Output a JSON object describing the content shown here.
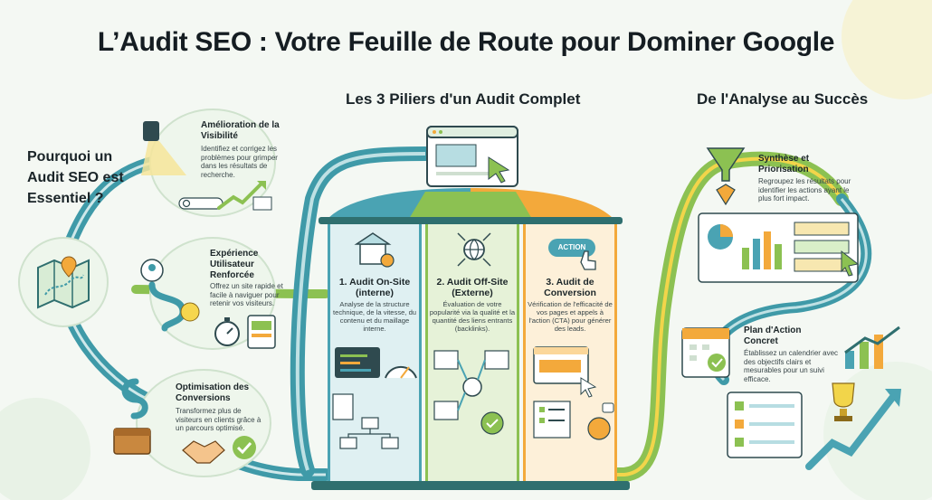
{
  "title": "L’Audit SEO : Votre Feuille de Route pour Dominer Google",
  "left": {
    "heading": "Pourquoi un Audit SEO est Essentiel ?",
    "items": [
      {
        "title": "Amélioration de la Visibilité",
        "text": "Identifiez et corrigez les problèmes pour grimper dans les résultats de recherche."
      },
      {
        "title": "Expérience Utilisateur Renforcée",
        "text": "Offrez un site rapide et facile à naviguer pour retenir vos visiteurs."
      },
      {
        "title": "Optimisation des Conversions",
        "text": "Transformez plus de visiteurs en clients grâce à un parcours optimisé."
      }
    ]
  },
  "center": {
    "heading": "Les 3 Piliers d'un Audit Complet",
    "pillars": [
      {
        "title": "1. Audit On-Site (interne)",
        "text": "Analyse de la structure technique, de la vitesse, du contenu et du maillage interne.",
        "color": "#4aa3b3"
      },
      {
        "title": "2. Audit Off-Site (Externe)",
        "text": "Évaluation de votre popularité via la qualité et la quantité des liens entrants (backlinks).",
        "color": "#8cc152"
      },
      {
        "title": "3. Audit de Conversion",
        "text": "Vérification de l'efficacité de vos pages et appels à l'action (CTA) pour générer des leads.",
        "color": "#f3a93b"
      }
    ],
    "action_label": "ACTION"
  },
  "right": {
    "heading": "De l'Analyse au Succès",
    "items": [
      {
        "title": "Synthèse et Priorisation",
        "text": "Regroupez les résultats pour identifier les actions ayant le plus fort impact."
      },
      {
        "title": "Plan d'Action Concret",
        "text": "Établissez un calendrier avec des objectifs clairs et mesurables pour un suivi efficace."
      }
    ]
  },
  "colors": {
    "teal": "#3f9aa8",
    "green": "#8cc152",
    "orange": "#f3a93b",
    "yellow": "#f2d54a"
  }
}
